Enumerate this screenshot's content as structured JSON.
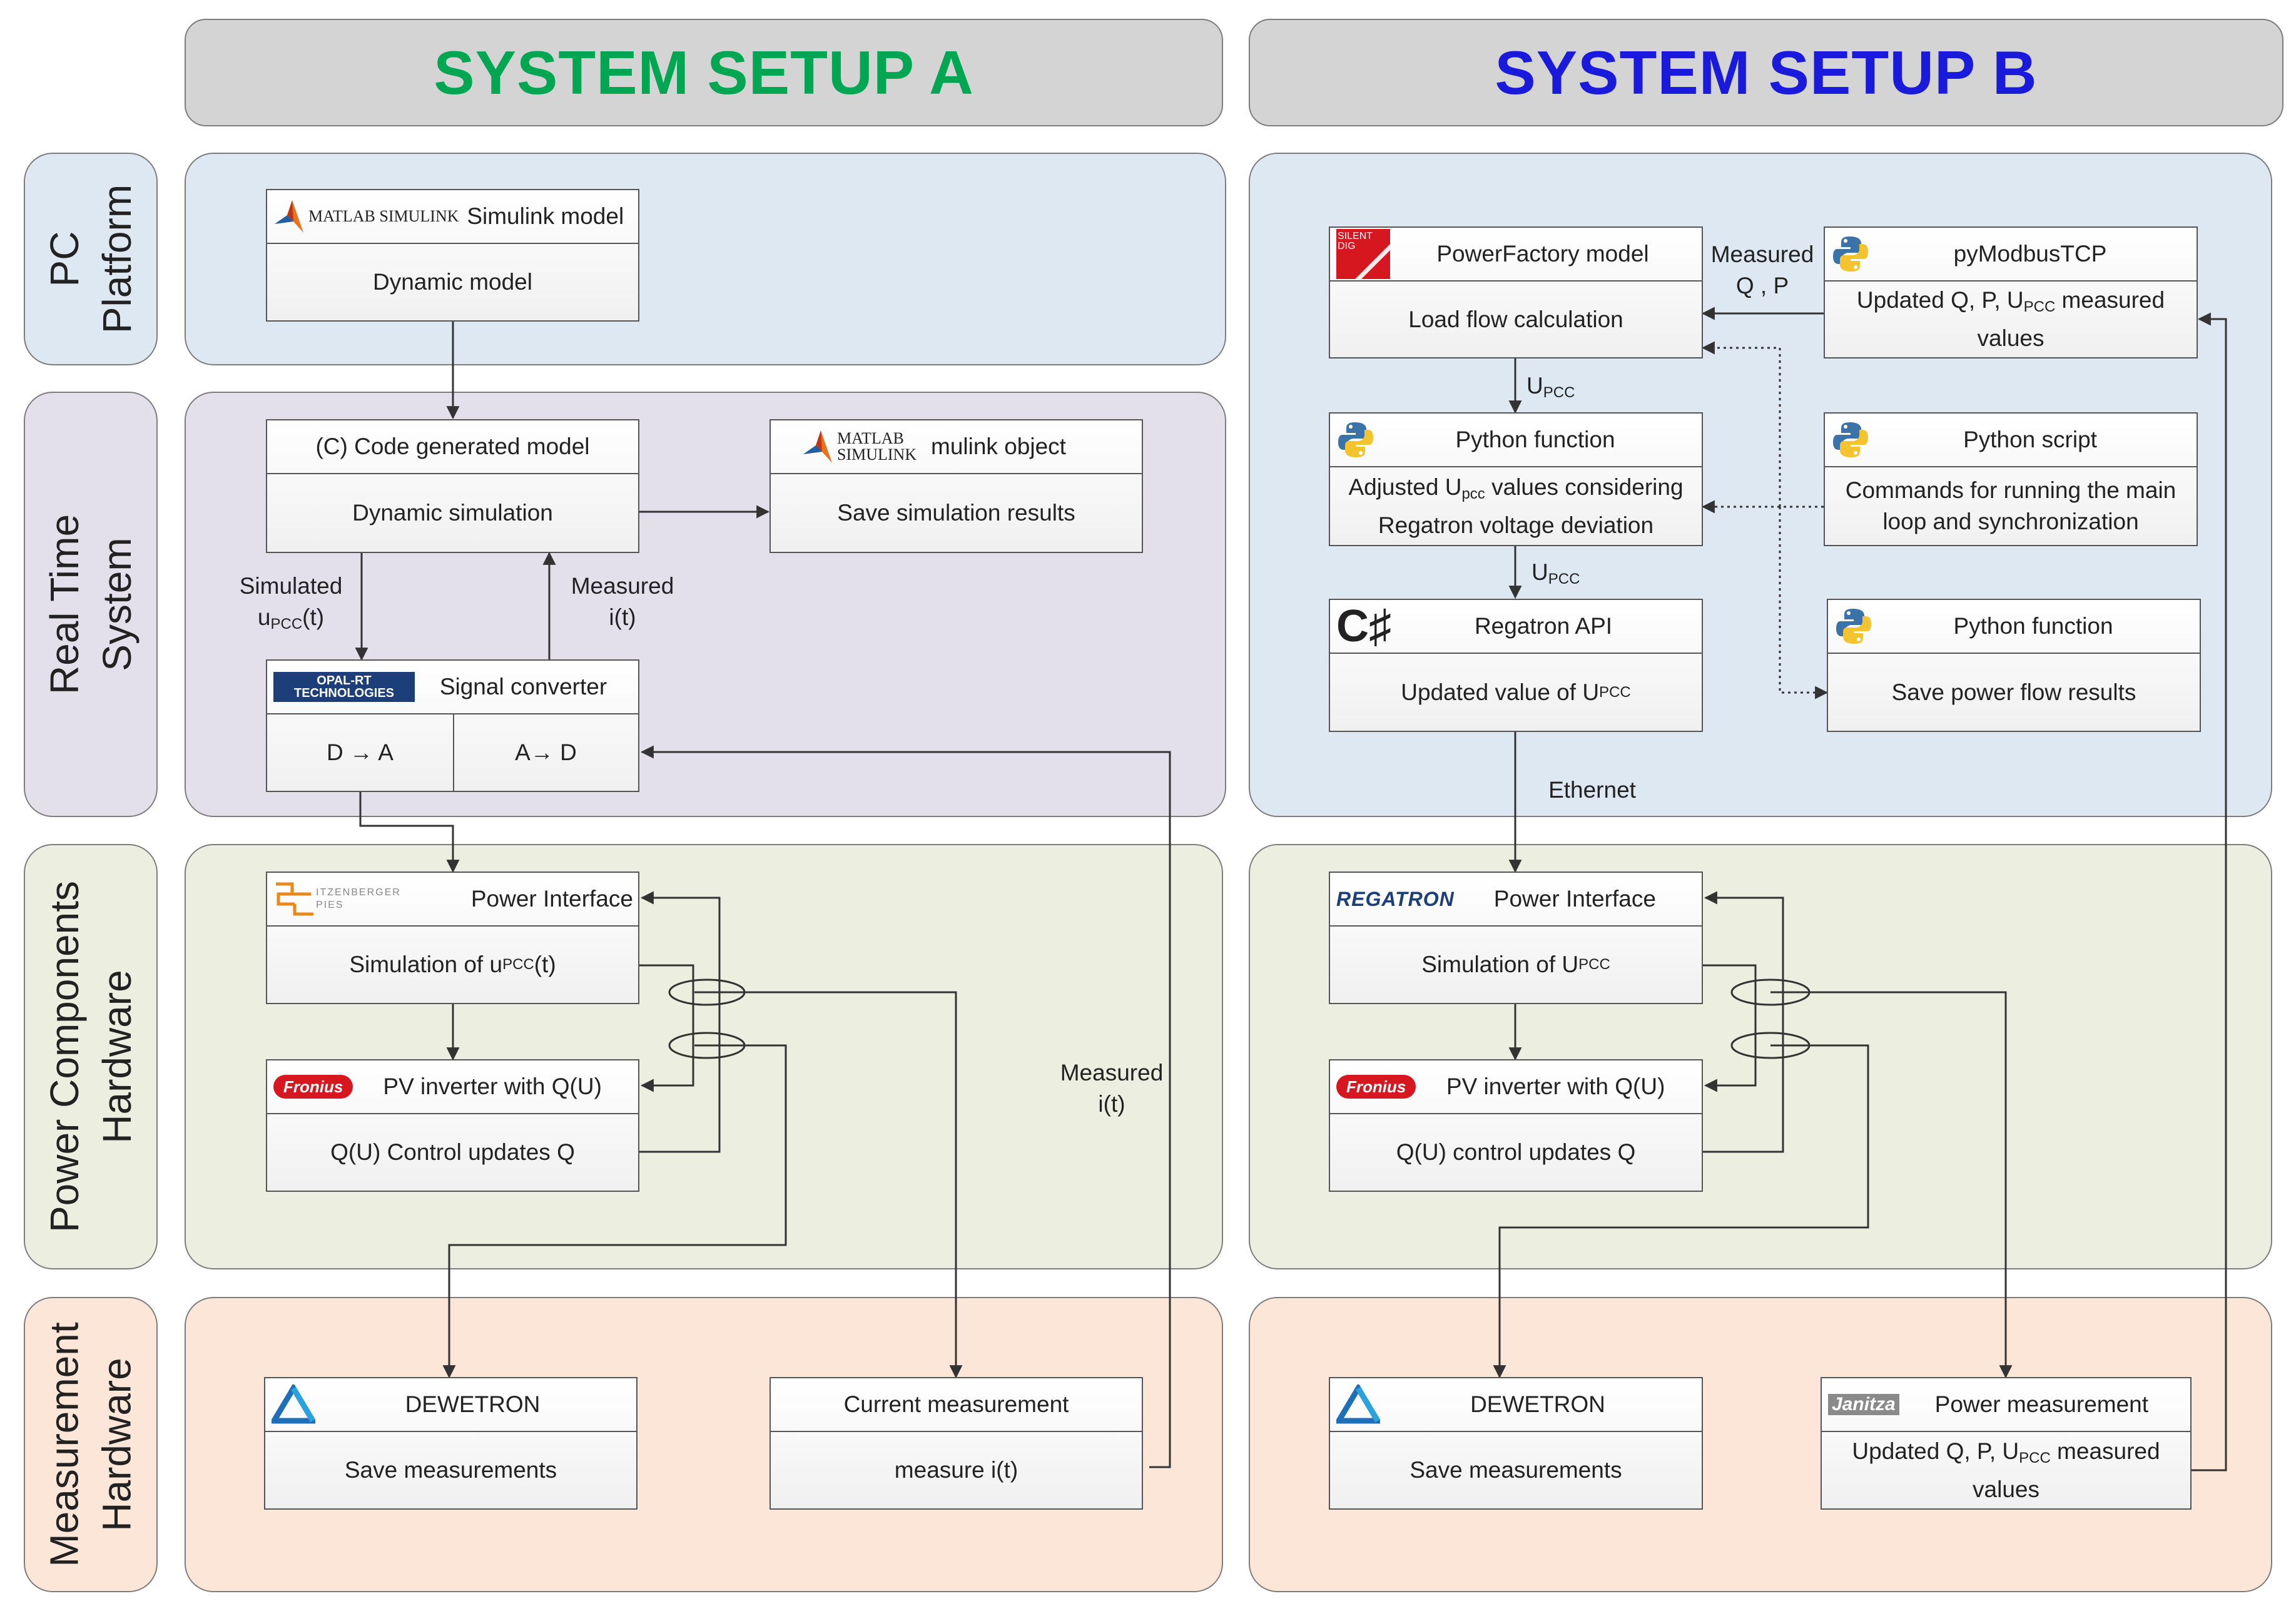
{
  "headers": {
    "setup_a": "SYSTEM SETUP A",
    "setup_b": "SYSTEM SETUP B",
    "setup_a_color": "#00a651",
    "setup_b_color": "#1a1adc"
  },
  "rows": {
    "pc_platform": {
      "line1": "PC",
      "line2": "Platform",
      "color": "#dde8f2"
    },
    "real_time": {
      "line1": "Real Time",
      "line2": "System",
      "color": "#e3e0ec"
    },
    "power_components": {
      "line1": "Power Components",
      "line2": "Hardware",
      "color": "#ecefe0"
    },
    "measurement": {
      "line1": "Measurement",
      "line2": "Hardware",
      "color": "#fbe6d8"
    }
  },
  "setup_a": {
    "simulink": {
      "logo": "MATLAB SIMULINK",
      "title": "Simulink model",
      "body": "Dynamic model"
    },
    "code_model": {
      "title": "(C) Code generated model",
      "body": "Dynamic simulation"
    },
    "simulink_object": {
      "logo": "MATLAB SIMULINK",
      "title": "mulink object",
      "body": "Save simulation results"
    },
    "signal_converter": {
      "logo": "OPAL-RT TECHNOLOGIES",
      "title": "Signal converter",
      "left": "D → A",
      "right": "A→ D"
    },
    "power_interface": {
      "logo": "ITZENBERGER PIES",
      "title": "Power Interface",
      "body_prefix": "Simulation of u",
      "body_sub": "PCC",
      "body_suffix": "(t)"
    },
    "pv_inverter": {
      "logo": "Fronius",
      "title": "PV inverter with Q(U)",
      "body": "Q(U) Control updates Q"
    },
    "dewetron": {
      "logo": "DEWETRON",
      "title": "DEWETRON",
      "body": "Save measurements"
    },
    "current_meas": {
      "title": "Current measurement",
      "body": "measure i(t)"
    },
    "labels": {
      "simulated_line1": "Simulated",
      "simulated_prefix": "u",
      "simulated_sub": "PCC",
      "simulated_suffix": "(t)",
      "measured_line1": "Measured",
      "measured_line2": "i(t)",
      "measured2_line1": "Measured",
      "measured2_line2": "i(t)"
    }
  },
  "setup_b": {
    "powerfactory": {
      "logo": "SILENT DIG",
      "title": "PowerFactory model",
      "body": "Load flow calculation"
    },
    "pymodbus": {
      "logo": "python",
      "title": "pyModbusTCP",
      "body_l1_prefix": "Updated Q, P, U",
      "body_l1_sub": "PCC",
      "body_l1_suffix": " measured",
      "body_l2": "values"
    },
    "py_function": {
      "logo": "python",
      "title": "Python function",
      "body_l1_prefix": "Adjusted U",
      "body_l1_sub": "pcc",
      "body_l1_suffix": " values considering",
      "body_l2": "Regatron voltage deviation"
    },
    "py_script": {
      "logo": "python",
      "title": "Python script",
      "body_l1": "Commands for running the main",
      "body_l2": "loop and synchronization"
    },
    "regatron_api": {
      "logo": "C♯",
      "title": "Regatron API",
      "body_prefix": "Updated value of U",
      "body_sub": "PCC"
    },
    "py_function2": {
      "logo": "python",
      "title": "Python function",
      "body": "Save power flow results"
    },
    "power_interface": {
      "logo": "REGATRON",
      "title": "Power Interface",
      "body_prefix": "Simulation of U",
      "body_sub": "PCC"
    },
    "pv_inverter": {
      "logo": "Fronius",
      "title": "PV inverter with Q(U)",
      "body": "Q(U) control updates Q"
    },
    "dewetron": {
      "logo": "DEWETRON",
      "title": "DEWETRON",
      "body": "Save measurements"
    },
    "janitza": {
      "logo": "Janitza",
      "title": "Power measurement",
      "body_l1_prefix": "Updated Q, P, U",
      "body_l1_sub": "PCC",
      "body_l1_suffix": " measured",
      "body_l2": "values"
    },
    "labels": {
      "measured_line1": "Measured",
      "measured_line2": "Q , P",
      "upcc1_prefix": "U",
      "upcc1_sub": "PCC",
      "upcc2_prefix": "U",
      "upcc2_sub": "PCC",
      "ethernet": "Ethernet"
    }
  }
}
